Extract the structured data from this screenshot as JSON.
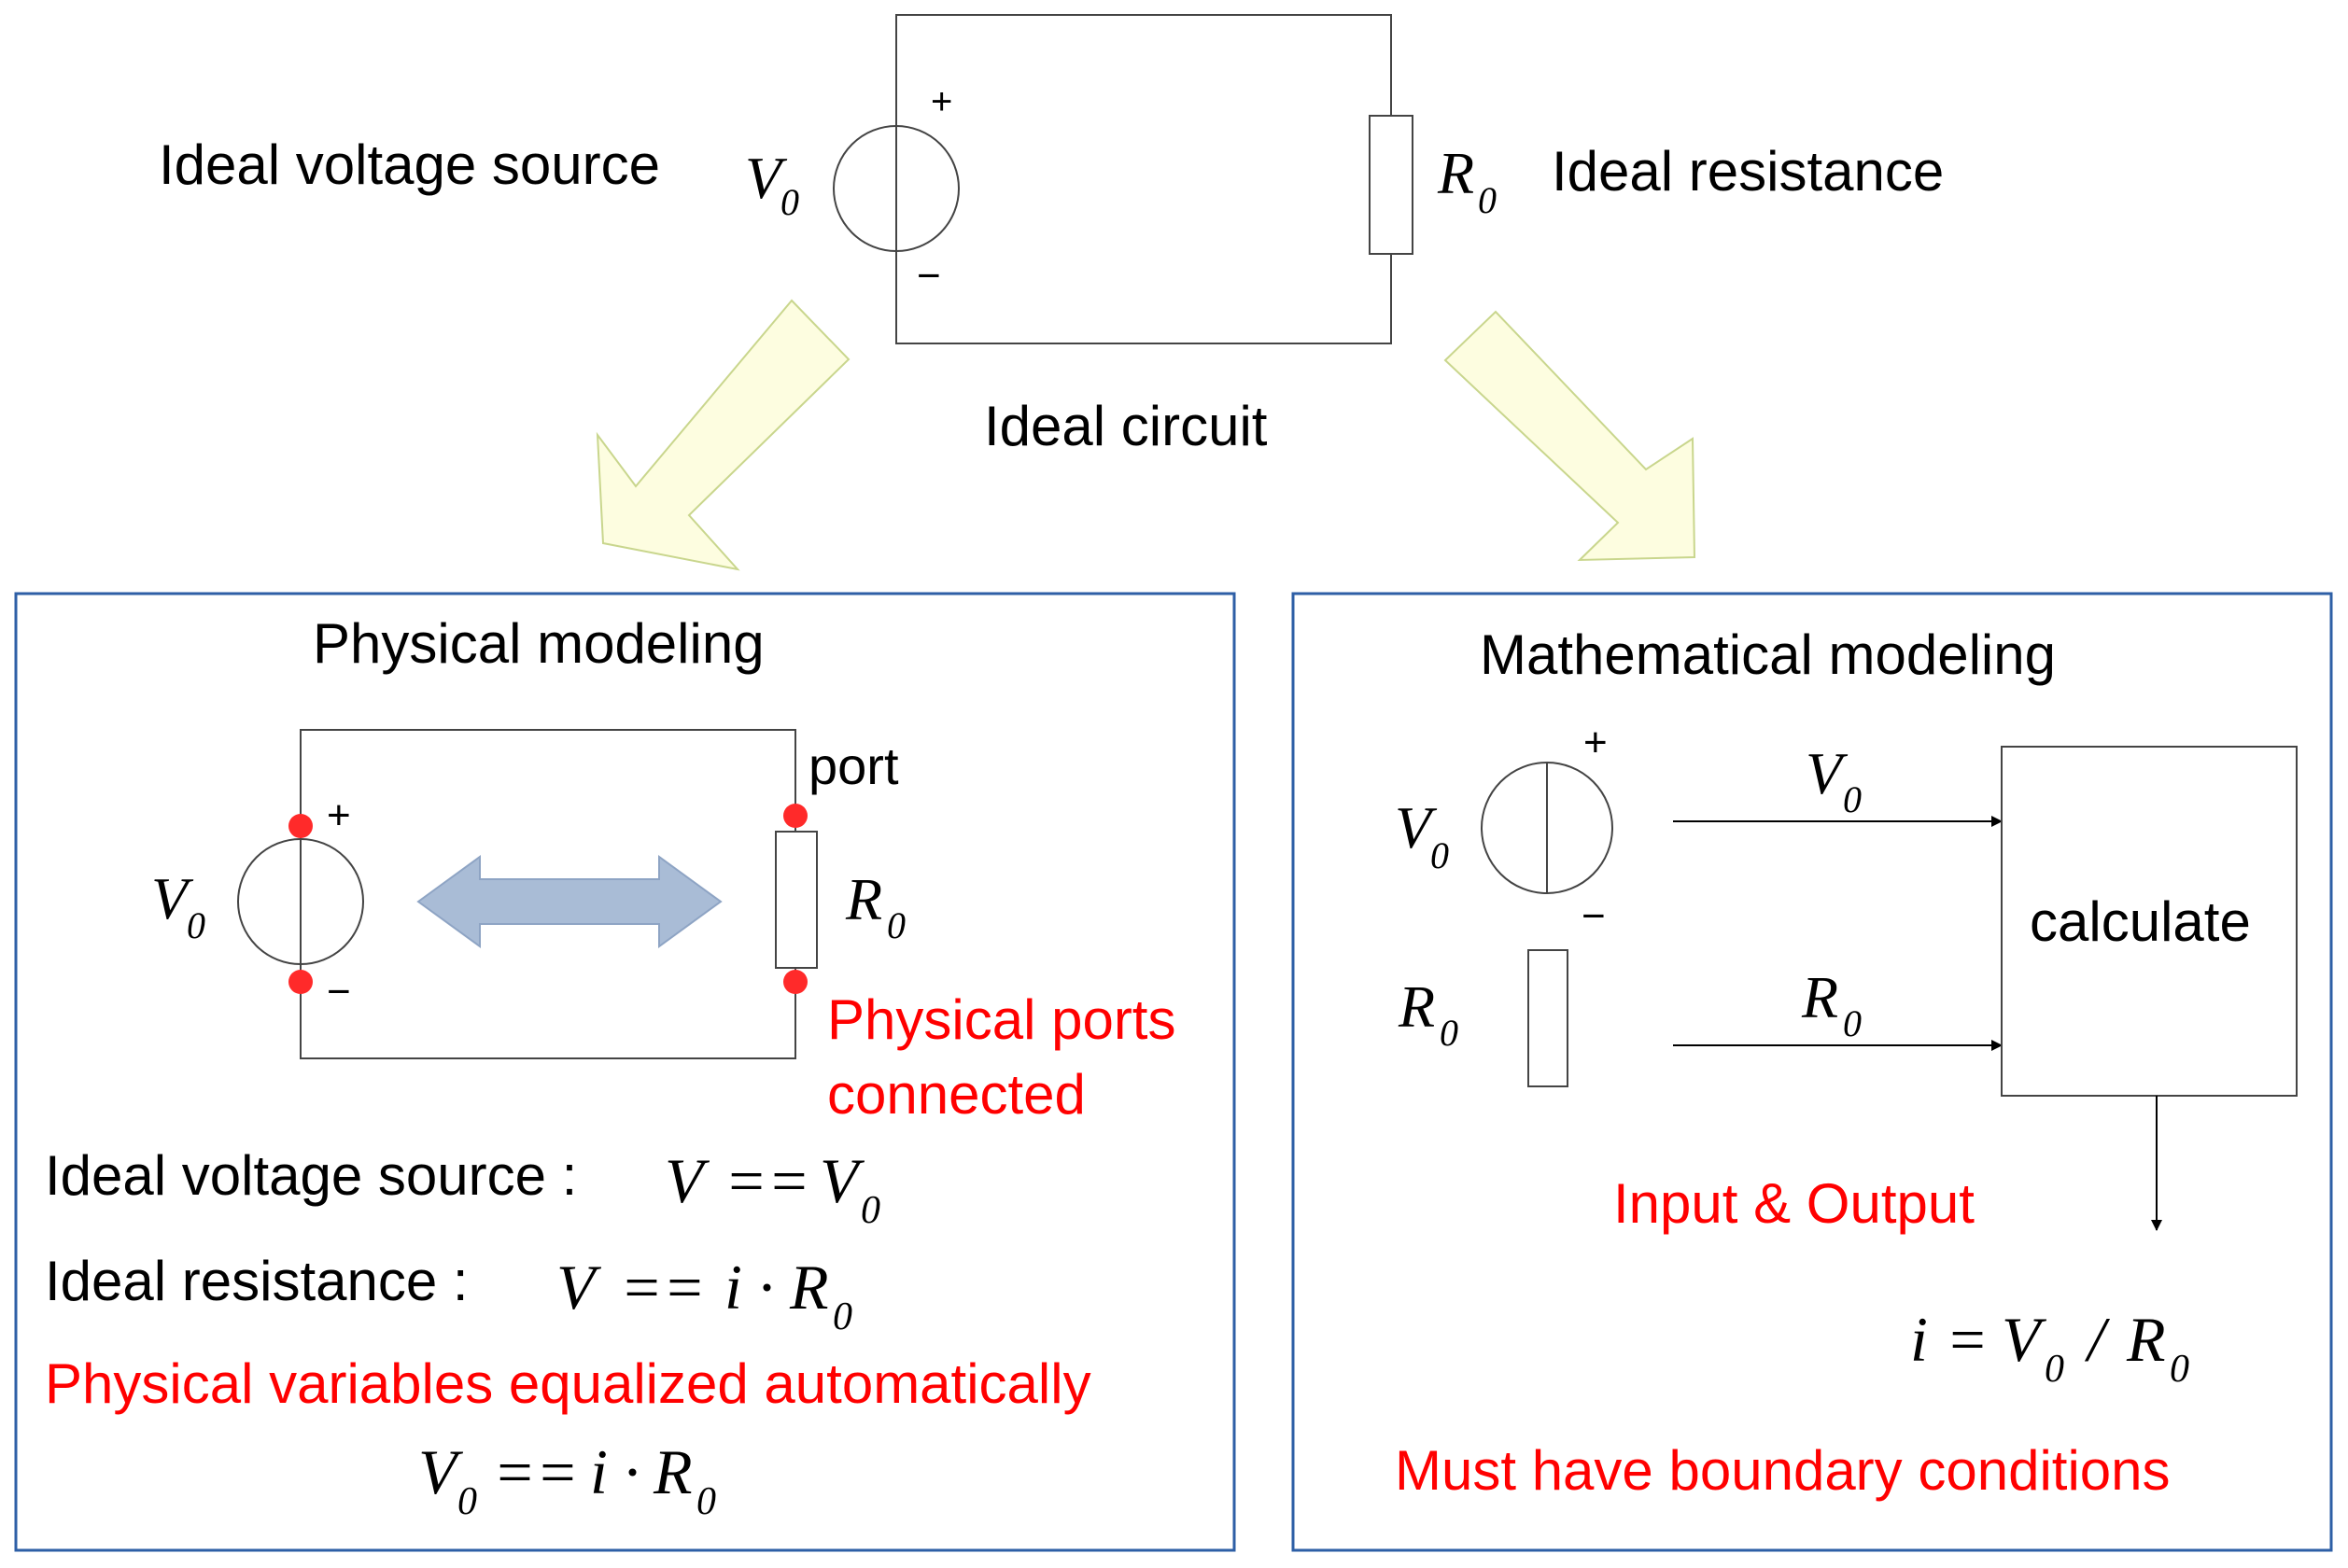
{
  "colors": {
    "line": "#000000",
    "box_border": "#2e5fa6",
    "arrow_fill": "#fdfde0",
    "arrow_stroke": "#c7d58c",
    "double_arrow": "#a9bcd6",
    "port_dot": "#ff2a2a",
    "highlight_text": "#ff0000"
  },
  "top": {
    "source_label": "Ideal voltage source",
    "source_symbol": "V",
    "source_sub": "0",
    "plus": "+",
    "minus": "−",
    "resistor_symbol": "R",
    "resistor_sub": "0",
    "resistor_label": "Ideal resistance",
    "caption": "Ideal circuit"
  },
  "physical": {
    "title": "Physical modeling",
    "port_label": "port",
    "source_symbol": "V",
    "source_sub": "0",
    "plus": "+",
    "minus": "−",
    "resistor_symbol": "R",
    "resistor_sub": "0",
    "note_line1": "Physical ports",
    "note_line2": "connected",
    "eq1_label": "Ideal voltage source :",
    "eq1_lhs": "V",
    "eq1_op": "==",
    "eq1_rhs": "V",
    "eq1_sub": "0",
    "eq2_label": "Ideal resistance :",
    "eq2_lhs": "V",
    "eq2_op": "==",
    "eq2_i": "i",
    "eq2_dot": "·",
    "eq2_r": "R",
    "eq2_sub": "0",
    "auto_note": "Physical variables equalized automatically",
    "eq3_v": "V",
    "eq3_vsub": "0",
    "eq3_op": "==",
    "eq3_i": "i",
    "eq3_dot": "·",
    "eq3_r": "R",
    "eq3_rsub": "0"
  },
  "math": {
    "title": "Mathematical modeling",
    "source_symbol": "V",
    "source_sub": "0",
    "plus": "+",
    "minus": "−",
    "resistor_symbol": "R",
    "resistor_sub": "0",
    "input1_symbol": "V",
    "input1_sub": "0",
    "input2_symbol": "R",
    "input2_sub": "0",
    "block_label": "calculate",
    "io_note": "Input & Output",
    "out_i": "i",
    "out_eq": "=",
    "out_v": "V",
    "out_vsub": "0",
    "out_slash": "/",
    "out_r": "R",
    "out_rsub": "0",
    "boundary_note": "Must have boundary conditions"
  }
}
